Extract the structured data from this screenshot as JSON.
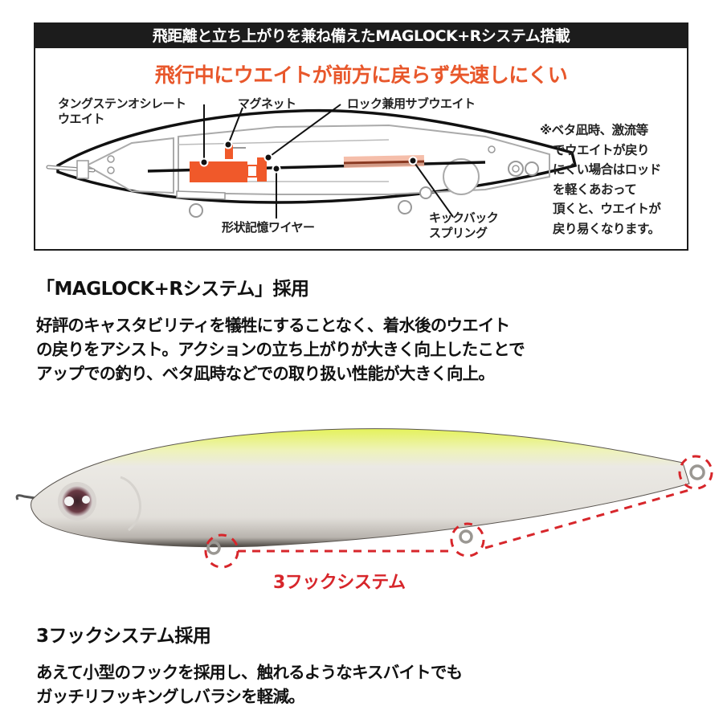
{
  "diagram": {
    "header": "飛距離と立ち上がりを兼ね備えたMAGLOCK+Rシステム搭載",
    "subtitle": "飛行中にウエイトが前方に戻らず失速しにくい",
    "callouts": {
      "tungsten_weight_line1": "タングステンオシレート",
      "tungsten_weight_line2": "ウエイト",
      "magnet": "マグネット",
      "lock_sub_weight": "ロック兼用サブウエイト",
      "shape_memory_wire": "形状記憶ワイヤー",
      "kickback_spring_line1": "キックバック",
      "kickback_spring_line2": "スプリング"
    },
    "note_lines": [
      "※ベタ凪時、激流等",
      "でウエイトが戻り",
      "にくい場合はロッド",
      "を軽くあおって",
      "頂くと、ウエイトが",
      "戻り易くなります。"
    ],
    "colors": {
      "header_bg": "#1c1c1c",
      "accent_orange": "#e8572b",
      "weight_orange": "#f0592a",
      "spring_pink": "#f3b39b"
    }
  },
  "section1": {
    "title": "「MAGLOCK+Rシステム」採用",
    "body_lines": [
      "好評のキャスタビリティを犠牲にすることなく、着水後のウエイト",
      "の戻りをアシスト。アクションの立ち上がりが大きく向上したことで",
      "アップでの釣り、ベタ凪時などでの取り扱い性能が大きく向上。"
    ]
  },
  "lure": {
    "label": "3フックシステム",
    "colors": {
      "back_chartreuse": "#e4f25a",
      "body_pearl": "#e9e6e1",
      "belly_shadow": "#5a5550",
      "marker_red": "#d7262b"
    }
  },
  "section2": {
    "title": "3フックシステム採用",
    "body_lines": [
      "あえて小型のフックを採用し、触れるようなキスバイトでも",
      "ガッチリフッキングしバラシを軽減。"
    ]
  }
}
